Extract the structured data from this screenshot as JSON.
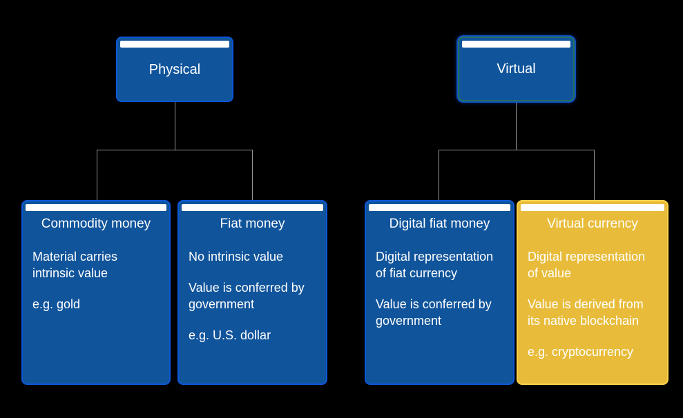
{
  "diagram": {
    "background": "#000000",
    "colors": {
      "blue_fill": "#10549b",
      "blue_border": "#0d57d9",
      "teal_border": "#24735c",
      "yellow_fill": "#e8bc3a",
      "yellow_border": "#ffd24a",
      "connector": "#969696",
      "text": "#ffffff",
      "strip": "#ffffff"
    },
    "nodes": {
      "physical": {
        "title": "Physical"
      },
      "virtual": {
        "title": "Virtual"
      },
      "commodity_money": {
        "title": "Commodity money",
        "body": [
          "Material carries intrinsic value",
          "e.g. gold"
        ]
      },
      "fiat_money": {
        "title": "Fiat money",
        "body": [
          "No intrinsic value",
          "Value is conferred by government",
          "e.g. U.S. dollar"
        ]
      },
      "digital_fiat_money": {
        "title": "Digital fiat money",
        "body": [
          "Digital representation of fiat currency",
          "Value is conferred by government"
        ]
      },
      "virtual_currency": {
        "title": "Virtual currency",
        "body": [
          "Digital representation of value",
          "Value is derived from its native blockchain",
          "e.g. cryptocurrency"
        ]
      }
    },
    "edges": [
      {
        "from": "Physical",
        "to": "Commodity money"
      },
      {
        "from": "Physical",
        "to": "Fiat money"
      },
      {
        "from": "Virtual",
        "to": "Digital fiat money"
      },
      {
        "from": "Virtual",
        "to": "Virtual currency"
      }
    ]
  }
}
